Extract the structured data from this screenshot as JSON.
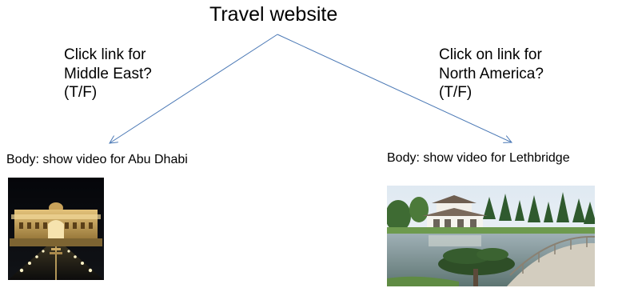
{
  "title": "Travel website",
  "branches": [
    {
      "condition_lines": [
        "Click link for",
        "Middle East?",
        "(T/F)"
      ],
      "body": "Body: show video for Abu Dhabi",
      "image_icon": "palace-night-photo"
    },
    {
      "condition_lines": [
        "Click on link for",
        "North America?",
        "(T/F)"
      ],
      "body": "Body: show video for Lethbridge",
      "image_icon": "japanese-garden-photo"
    }
  ],
  "colors": {
    "arrow": "#4a78b5",
    "text": "#000000"
  }
}
